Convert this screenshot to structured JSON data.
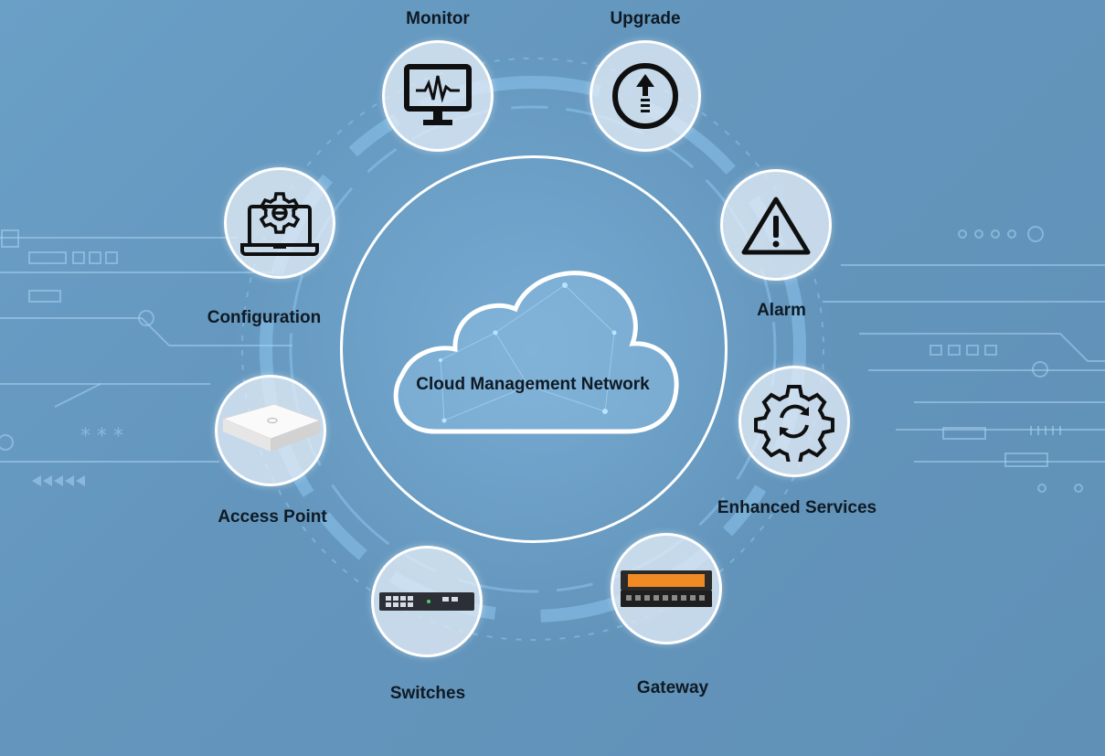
{
  "diagram": {
    "center": {
      "label": "Cloud Management Network"
    },
    "nodes": [
      {
        "key": "monitor",
        "label": "Monitor",
        "icon": "monitor-icon"
      },
      {
        "key": "upgrade",
        "label": "Upgrade",
        "icon": "upgrade-arrow-icon"
      },
      {
        "key": "alarm",
        "label": "Alarm",
        "icon": "warning-triangle-icon"
      },
      {
        "key": "enhanced",
        "label": "Enhanced Services",
        "icon": "gear-refresh-icon"
      },
      {
        "key": "gateway",
        "label": "Gateway",
        "icon": "gateway-device-icon"
      },
      {
        "key": "switches",
        "label": "Switches",
        "icon": "network-switch-icon"
      },
      {
        "key": "access_point",
        "label": "Access Point",
        "icon": "access-point-device-icon"
      },
      {
        "key": "configuration",
        "label": "Configuration",
        "icon": "laptop-gear-icon"
      }
    ]
  },
  "colors": {
    "background": "#6496bd",
    "ring": "#ffffff",
    "node_fill": "#e1ecf6",
    "text": "#0f1a24",
    "gateway_accent": "#f08a24"
  }
}
